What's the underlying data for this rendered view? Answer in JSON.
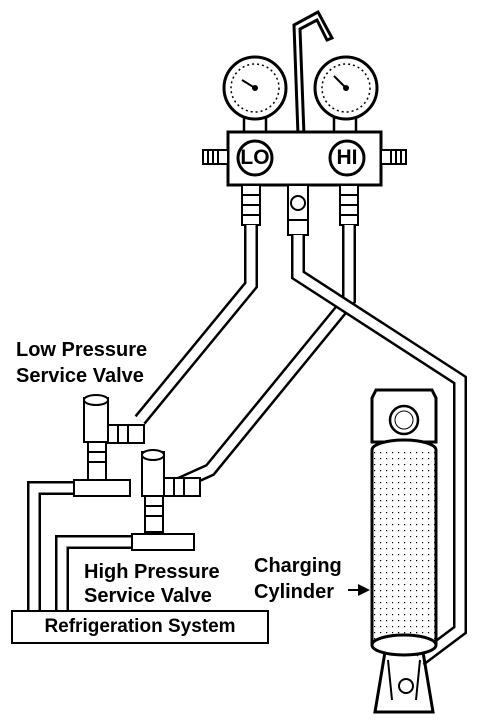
{
  "labels": {
    "low_line1": "Low Pressure",
    "low_line2": "Service Valve",
    "high_line1": "High Pressure",
    "high_line2": "Service Valve",
    "charging_line1": "Charging",
    "charging_line2": "Cylinder",
    "system": "Refrigeration System"
  },
  "manifold": {
    "lo": "LO",
    "hi": "HI"
  },
  "colors": {
    "ink": "#000000",
    "paper": "#ffffff"
  }
}
